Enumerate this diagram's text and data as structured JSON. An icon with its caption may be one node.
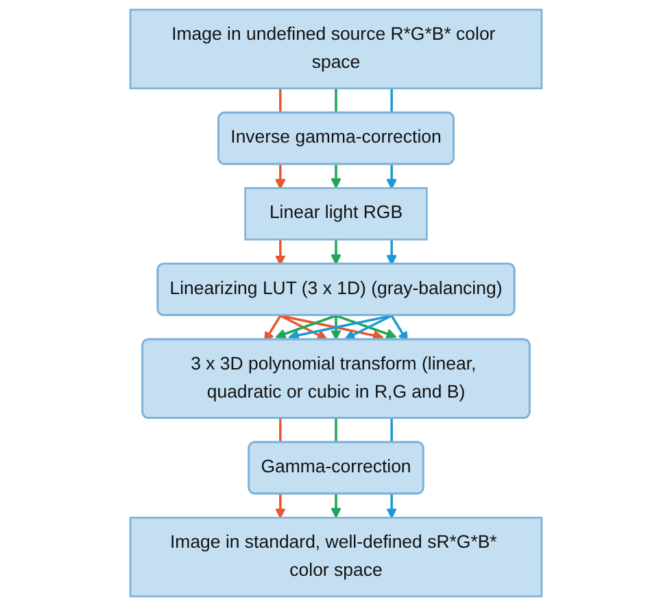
{
  "diagram": {
    "nodes": [
      {
        "text": [
          "Linear light RGB"
        ]
      },
      {
        "text": [
          "Linearizing LUT (3 x 1D) (gray-balancing)"
        ]
      },
      {
        "text": [
          "Inverse gamma-correction"
        ]
      },
      {
        "text": [
          "3 x 3D polynomial transform (linear, quadratic or cubic in R,G and B)"
        ]
      },
      {
        "text": [
          "Image in undefined source R*G*B* color space"
        ]
      },
      {
        "text": [
          "Gamma-correction"
        ]
      },
      {
        "text": [
          "Image in standard, well-defined sR*G*B* color space"
        ]
      }
    ],
    "edges": [
      {
        "from": 4,
        "to": 2,
        "arrow": "none",
        "color": "#e8582f"
      },
      {
        "from": 4,
        "to": 2,
        "arrow": "none",
        "color": "#22a65a"
      },
      {
        "from": 4,
        "to": 2,
        "arrow": "none",
        "color": "#1b9ad6"
      },
      {
        "from": 2,
        "to": 0,
        "arrow": "to",
        "color": "#e8582f"
      },
      {
        "from": 2,
        "to": 0,
        "arrow": "to",
        "color": "#22a65a"
      },
      {
        "from": 2,
        "to": 0,
        "arrow": "to",
        "color": "#1b9ad6"
      },
      {
        "from": 0,
        "to": 1,
        "arrow": "to",
        "color": "#e8582f"
      },
      {
        "from": 0,
        "to": 1,
        "arrow": "to",
        "color": "#22a65a"
      },
      {
        "from": 0,
        "to": 1,
        "arrow": "to",
        "color": "#1b9ad6"
      },
      {
        "from": 1,
        "to": 3,
        "arrow": "to",
        "color": "#e8582f"
      },
      {
        "from": 1,
        "to": 3,
        "arrow": "to",
        "color": "#e8582f"
      },
      {
        "from": 1,
        "to": 3,
        "arrow": "to",
        "color": "#e8582f"
      },
      {
        "from": 1,
        "to": 3,
        "arrow": "to",
        "color": "#22a65a"
      },
      {
        "from": 1,
        "to": 3,
        "arrow": "to",
        "color": "#22a65a"
      },
      {
        "from": 1,
        "to": 3,
        "arrow": "to",
        "color": "#22a65a"
      },
      {
        "from": 1,
        "to": 3,
        "arrow": "to",
        "color": "#1b9ad6"
      },
      {
        "from": 1,
        "to": 3,
        "arrow": "to",
        "color": "#1b9ad6"
      },
      {
        "from": 1,
        "to": 3,
        "arrow": "to",
        "color": "#1b9ad6"
      },
      {
        "from": 3,
        "to": 5,
        "arrow": "none",
        "color": "#e8582f"
      },
      {
        "from": 3,
        "to": 5,
        "arrow": "none",
        "color": "#22a65a"
      },
      {
        "from": 3,
        "to": 5,
        "arrow": "none",
        "color": "#1b9ad6"
      },
      {
        "from": 5,
        "to": 6,
        "arrow": "to",
        "color": "#e8582f"
      },
      {
        "from": 5,
        "to": 6,
        "arrow": "to",
        "color": "#22a65a"
      },
      {
        "from": 5,
        "to": 6,
        "arrow": "to",
        "color": "#1b9ad6"
      }
    ]
  }
}
